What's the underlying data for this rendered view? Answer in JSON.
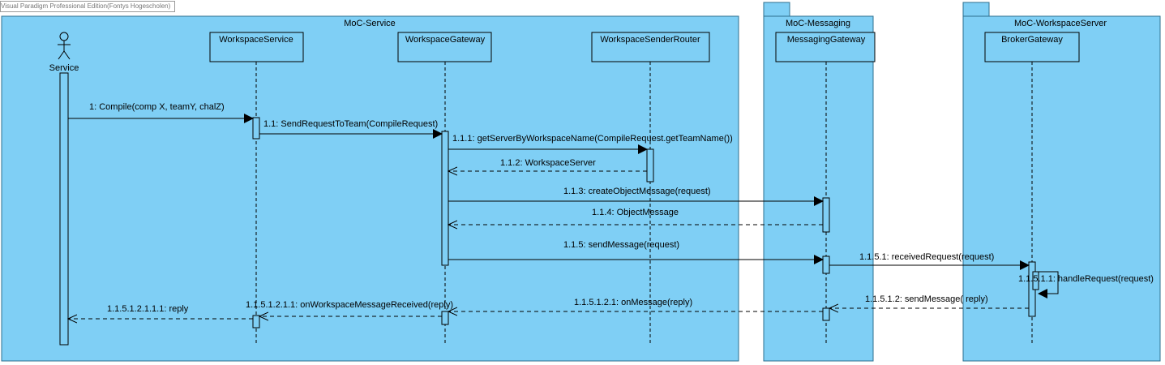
{
  "watermark": "Visual Paradigm Professional Edition(Fontys Hogescholen)",
  "colors": {
    "frame_fill": "#7fcff5",
    "frame_stroke": "#2d6f8f",
    "line": "#000000"
  },
  "frames": [
    {
      "id": "service",
      "title": "MoC-Service"
    },
    {
      "id": "messaging",
      "title": "MoC-Messaging"
    },
    {
      "id": "workspace-server",
      "title": "MoC-WorkspaceServer"
    }
  ],
  "actor": {
    "label": "Service"
  },
  "lifelines": [
    {
      "id": "ws",
      "label": "WorkspaceService"
    },
    {
      "id": "wg",
      "label": "WorkspaceGateway"
    },
    {
      "id": "wsr",
      "label": "WorkspaceSenderRouter"
    },
    {
      "id": "mg",
      "label": "MessagingGateway"
    },
    {
      "id": "bg",
      "label": "BrokerGateway"
    }
  ],
  "messages": [
    {
      "id": "m1",
      "label": "1: Compile(comp X, teamY, chalZ)",
      "type": "sync"
    },
    {
      "id": "m11",
      "label": "1.1: SendRequestToTeam(CompileRequest)",
      "type": "sync"
    },
    {
      "id": "m111",
      "label": "1.1.1: getServerByWorkspaceName(CompileRequest.getTeamName())",
      "type": "sync"
    },
    {
      "id": "m112",
      "label": "1.1.2: WorkspaceServer",
      "type": "return"
    },
    {
      "id": "m113",
      "label": "1.1.3: createObjectMessage(request)",
      "type": "sync"
    },
    {
      "id": "m114",
      "label": "1.1.4: ObjectMessage",
      "type": "return"
    },
    {
      "id": "m115",
      "label": "1.1.5: sendMessage(request)",
      "type": "sync"
    },
    {
      "id": "m1151",
      "label": "1.1.5.1: receivedRequest(request)",
      "type": "sync"
    },
    {
      "id": "m11511",
      "label": "1.1.5.1.1: handleRequest(request)",
      "type": "self"
    },
    {
      "id": "m11512",
      "label": "1.1.5.1.2: sendMessage( reply)",
      "type": "return"
    },
    {
      "id": "m115121",
      "label": "1.1.5.1.2.1: onMessage(reply)",
      "type": "return"
    },
    {
      "id": "m1151211",
      "label": "1.1.5.1.2.1.1: onWorkspaceMessageReceived(reply)",
      "type": "return"
    },
    {
      "id": "m11512111",
      "label": "1.1.5.1.2.1.1.1: reply",
      "type": "return"
    }
  ]
}
